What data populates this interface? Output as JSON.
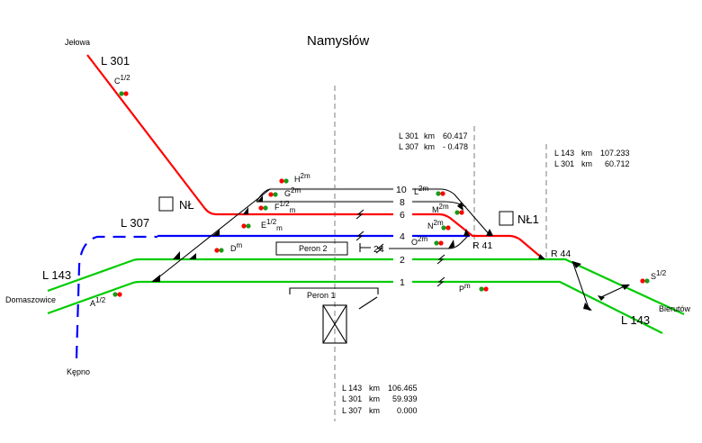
{
  "title": "Namysłów",
  "colors": {
    "l301": "#ff0000",
    "l307": "#0000ff",
    "l143": "#00cc00",
    "siding": "#808080",
    "signal_red": "#ff0000",
    "signal_green": "#1a9a1a"
  },
  "places": {
    "jelowa": "Jełowa",
    "domaszowice": "Domaszowice",
    "kepno": "Kępno",
    "bierutow": "Bierutów"
  },
  "lines": {
    "l301": "L 301",
    "l307": "L 307",
    "l143_left": "L 143",
    "l143_right": "L 143"
  },
  "tracks": {
    "t10": "10",
    "t8": "8",
    "t6": "6",
    "t4": "4",
    "t24": "24",
    "t2": "2",
    "t1": "1"
  },
  "platforms": {
    "p1": "Peron 1",
    "p2": "Peron 2"
  },
  "boxes": {
    "nl": "NŁ",
    "nl1": "NŁ1"
  },
  "switches": {
    "r41": "R 41",
    "r44": "R 44"
  },
  "signals": {
    "c": {
      "name": "C",
      "sup": "1/2"
    },
    "a": {
      "name": "A",
      "sup": "1/2"
    },
    "h": {
      "name": "H",
      "sup": "2m"
    },
    "g": {
      "name": "G",
      "sup": "2m"
    },
    "f": {
      "name": "F",
      "sup": "1/2",
      "sub": "m"
    },
    "e": {
      "name": "E",
      "sup": "1/2",
      "sub": "m"
    },
    "d": {
      "name": "D",
      "sup": "m"
    },
    "l": {
      "name": "L",
      "sup": "2m"
    },
    "m": {
      "name": "M",
      "sup": "2m"
    },
    "n": {
      "name": "N",
      "sup": "2m"
    },
    "o": {
      "name": "O",
      "sup": "2m"
    },
    "p": {
      "name": "P",
      "sup": "m"
    },
    "s": {
      "name": "S",
      "sup": "1/2"
    }
  },
  "km_posts": {
    "center": [
      {
        "line": "L 143",
        "unit": "km",
        "value": "106.465"
      },
      {
        "line": "L 301",
        "unit": "km",
        "value": "59.939"
      },
      {
        "line": "L 307",
        "unit": "km",
        "value": "0.000"
      }
    ],
    "r41": [
      {
        "line": "L 301",
        "unit": "km",
        "value": "60.417"
      },
      {
        "line": "L 307",
        "unit": "km",
        "value": "- 0.478"
      }
    ],
    "r44": [
      {
        "line": "L 143",
        "unit": "km",
        "value": "107.233"
      },
      {
        "line": "L 301",
        "unit": "km",
        "value": "60.712"
      }
    ]
  }
}
